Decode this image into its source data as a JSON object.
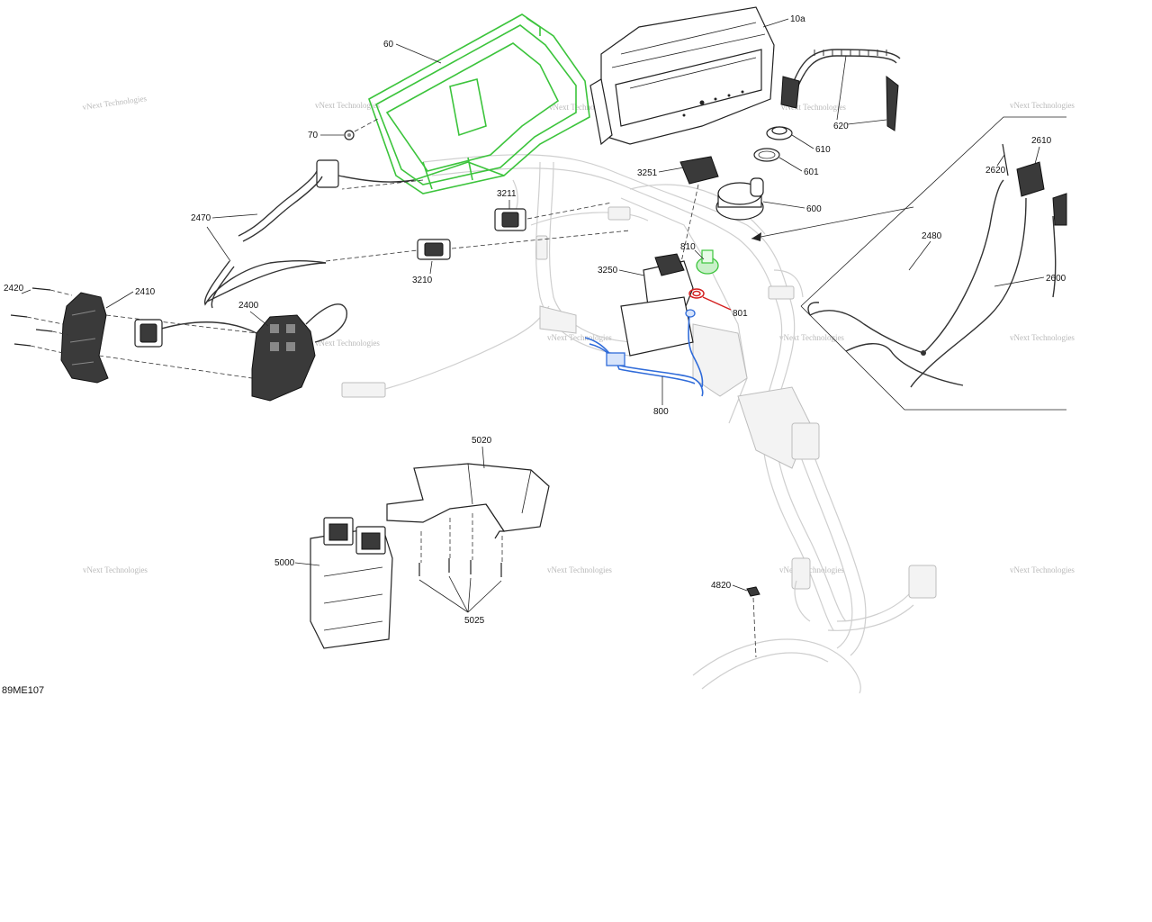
{
  "drawing_code": "89ME107",
  "watermark_text": "vNext Technologies",
  "highlight_colors": {
    "part_60": "#3cc43c",
    "part_800": "#2f6bd9",
    "part_801": "#d42020"
  },
  "callouts": {
    "p10a": "10a",
    "p60": "60",
    "p70": "70",
    "p620": "620",
    "p610": "610",
    "p601": "601",
    "p600": "600",
    "p3251": "3251",
    "p3211": "3211",
    "p3210": "3210",
    "p3250": "3250",
    "p810": "810",
    "p801": "801",
    "p800": "800",
    "p2470": "2470",
    "p2410": "2410",
    "p2420": "2420",
    "p2400": "2400",
    "p2610": "2610",
    "p2620": "2620",
    "p2480": "2480",
    "p2600": "2600",
    "p5020": "5020",
    "p5000": "5000",
    "p5025": "5025",
    "p4820": "4820"
  }
}
